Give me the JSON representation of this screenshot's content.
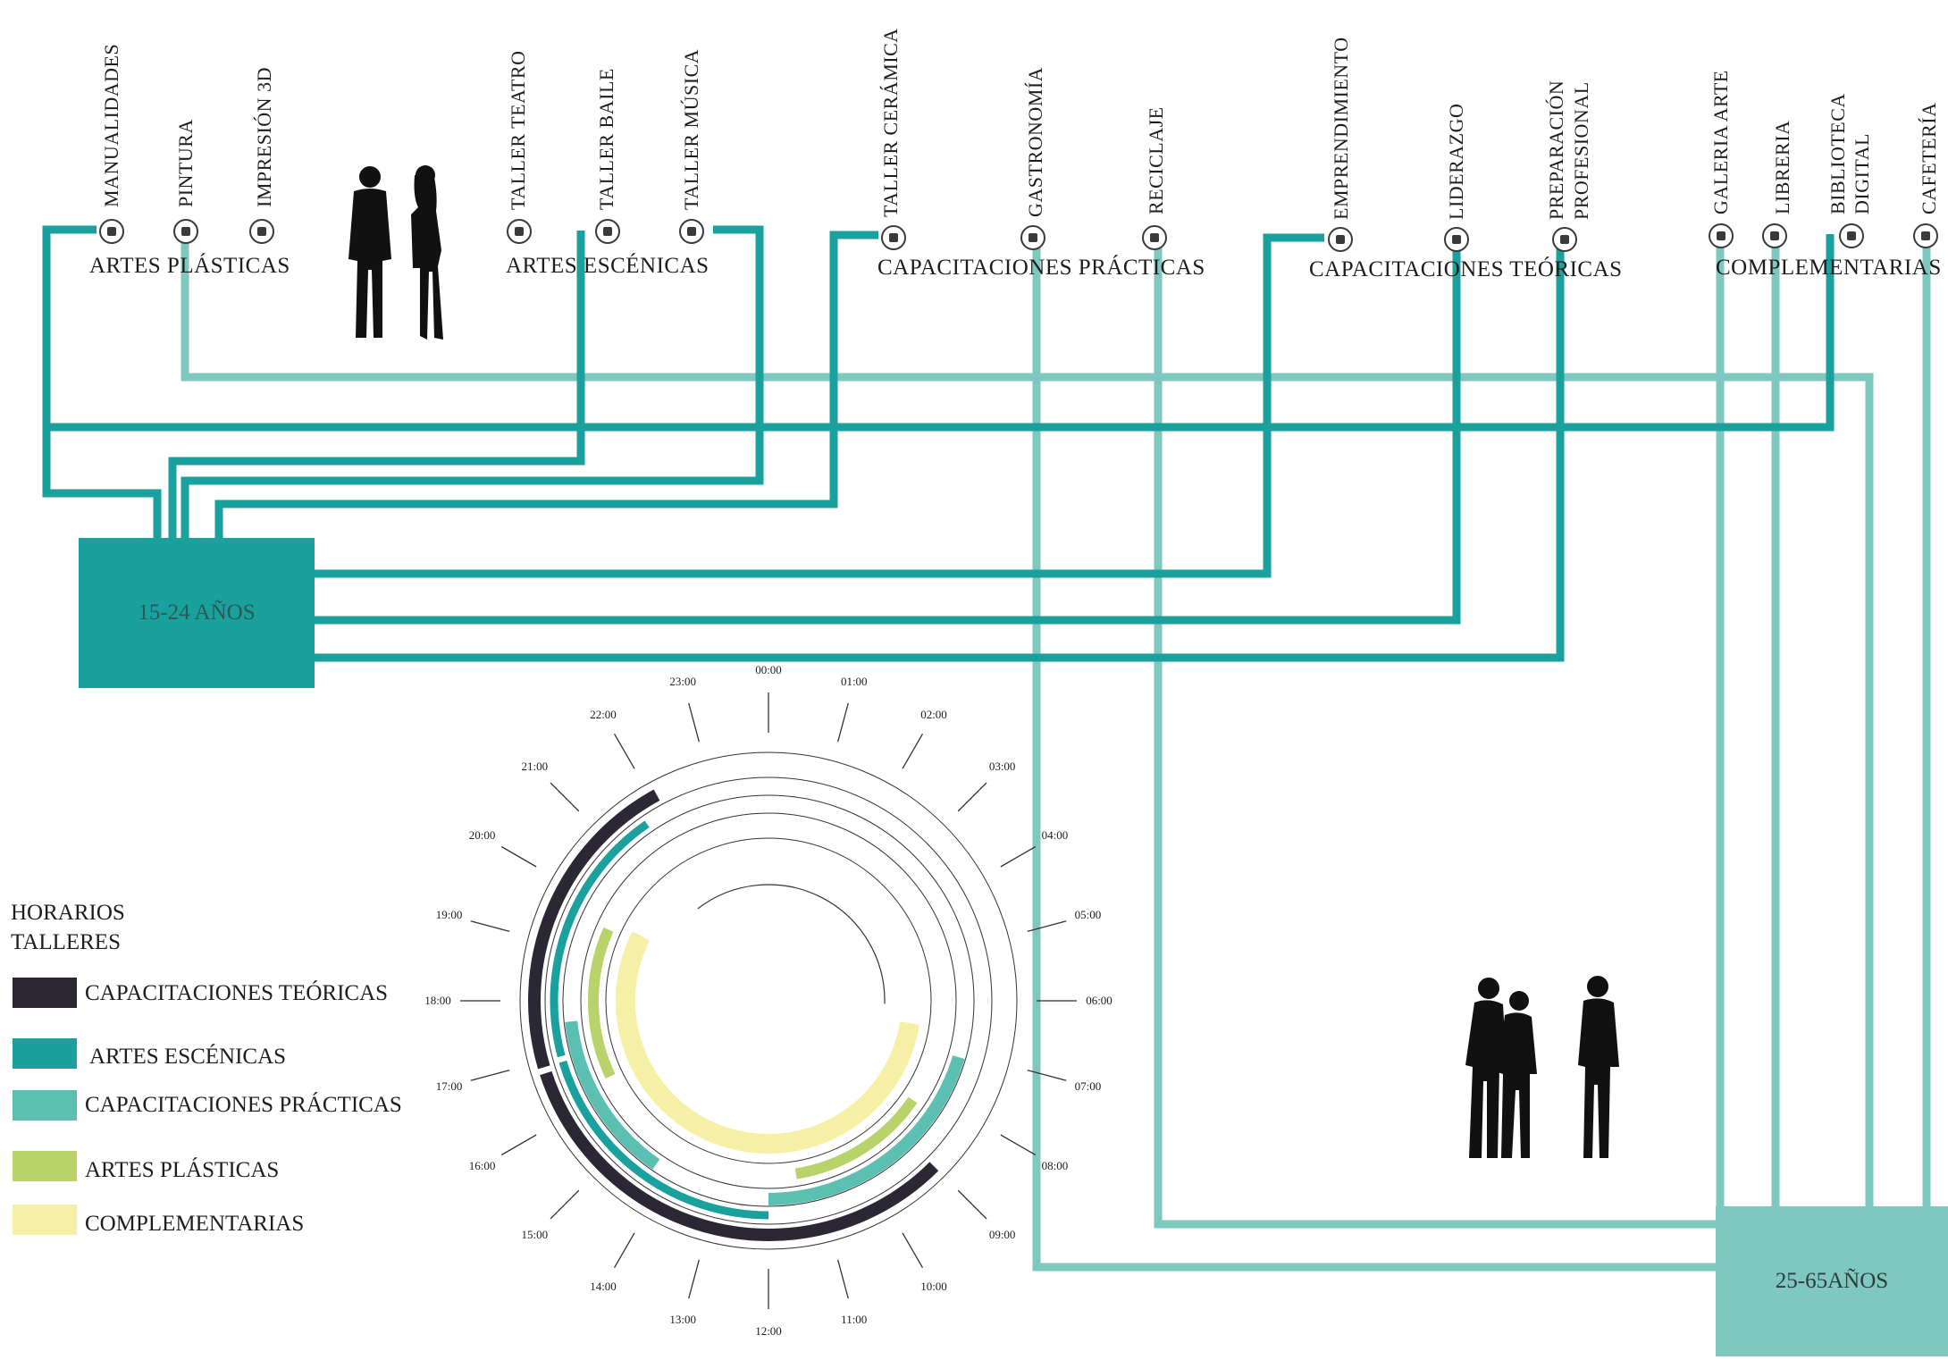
{
  "colors": {
    "dark": "#2b2734",
    "teal": "#1aa19d",
    "teal_light": "#7ec8bf",
    "teal_mid": "#5bbfb2",
    "green": "#b7d36a",
    "yellow": "#f6f0a6"
  },
  "activities": {
    "manualidades": "MANUALIDADES",
    "pintura": "PINTURA",
    "impresion": "IMPRESIÓN 3D",
    "teatro": "TALLER TEATRO",
    "baile": "TALLER BAILE",
    "musica": "TALLER MÚSICA",
    "ceramica": "TALLER CERÁMICA",
    "gastronomia": "GASTRONOMÍA",
    "reciclaje": "RECICLAJE",
    "emprendimiento": "EMPRENDIMIENTO",
    "liderazgo": "LIDERAZGO",
    "preparacion_1": "PREPARACIÓN",
    "preparacion_2": "PROFESIONAL",
    "galeria": "GALERIA ARTE",
    "libreria": "LIBRERIA",
    "biblioteca_1": "BIBLIOTECA",
    "biblioteca_2": "DIGITAL",
    "cafeteria": "CAFETERÍA"
  },
  "categories": {
    "artes_plasticas": "ARTES PLÁSTICAS",
    "artes_escenicas": "ARTES ESCÉNICAS",
    "cap_practicas": "CAPACITACIONES PRÁCTICAS",
    "cap_teoricas": "CAPACITACIONES TEÓRICAS",
    "complementarias": "COMPLEMENTARIAS"
  },
  "age_groups": {
    "young": "15-24 AÑOS",
    "adult": "25-65AÑOS"
  },
  "legend": {
    "title_1": "HORARIOS",
    "title_2": "TALLERES",
    "items": [
      {
        "label": "CAPACITACIONES TEÓRICAS",
        "color": "#2b2734"
      },
      {
        "label": "ARTES ESCÉNICAS",
        "color": "#1aa19d"
      },
      {
        "label": "CAPACITACIONES PRÁCTICAS",
        "color": "#5bbfb2"
      },
      {
        "label": "ARTES PLÁSTICAS",
        "color": "#b7d36a"
      },
      {
        "label": "COMPLEMENTARIAS",
        "color": "#f6f0a6"
      }
    ]
  },
  "clock": {
    "hours": [
      "00:00",
      "01:00",
      "02:00",
      "03:00",
      "04:00",
      "05:00",
      "06:00",
      "07:00",
      "08:00",
      "09:00",
      "10:00",
      "11:00",
      "12:00",
      "13:00",
      "14:00",
      "15:00",
      "16:00",
      "17:00",
      "18:00",
      "19:00",
      "20:00",
      "21:00",
      "22:00",
      "23:00"
    ],
    "schedule": [
      {
        "category": "CAPACITACIONES TEÓRICAS",
        "ranges": [
          [
            16.9,
            22.1
          ],
          [
            12.0,
            16.8
          ],
          [
            9.0,
            12.0
          ]
        ]
      },
      {
        "category": "ARTES ESCÉNICAS",
        "ranges": [
          [
            17.0,
            21.7
          ],
          [
            12.0,
            16.9
          ]
        ]
      },
      {
        "category": "CAPACITACIONES PRÁCTICAS",
        "ranges": [
          [
            14.3,
            17.6
          ],
          [
            7.1,
            12.0
          ]
        ]
      },
      {
        "category": "ARTES PLÁSTICAS",
        "ranges": [
          [
            16.3,
            19.6
          ],
          [
            8.3,
            11.4
          ]
        ]
      },
      {
        "category": "COMPLEMENTARIAS",
        "ranges": [
          [
            6.6,
            19.8
          ]
        ]
      }
    ]
  }
}
